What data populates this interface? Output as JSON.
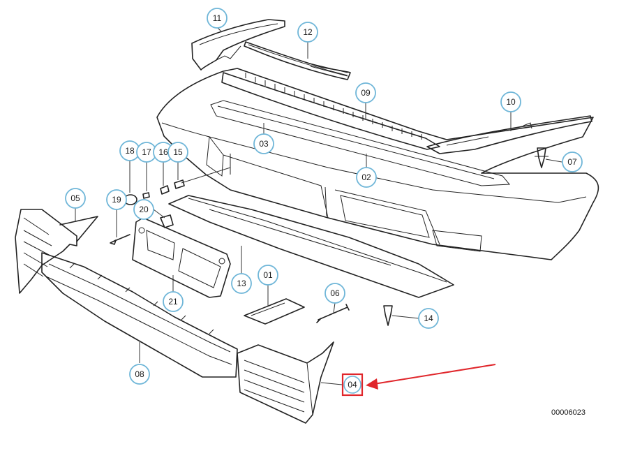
{
  "diagram": {
    "document_number": "00006023",
    "highlight_color": "#e0262b",
    "callout_color": "#6fb6d8",
    "highlighted_part": "04",
    "callouts": [
      "11",
      "12",
      "09",
      "10",
      "03",
      "02",
      "07",
      "18",
      "17",
      "16",
      "15",
      "19",
      "05",
      "20",
      "13",
      "01",
      "06",
      "14",
      "21",
      "08",
      "04"
    ]
  }
}
